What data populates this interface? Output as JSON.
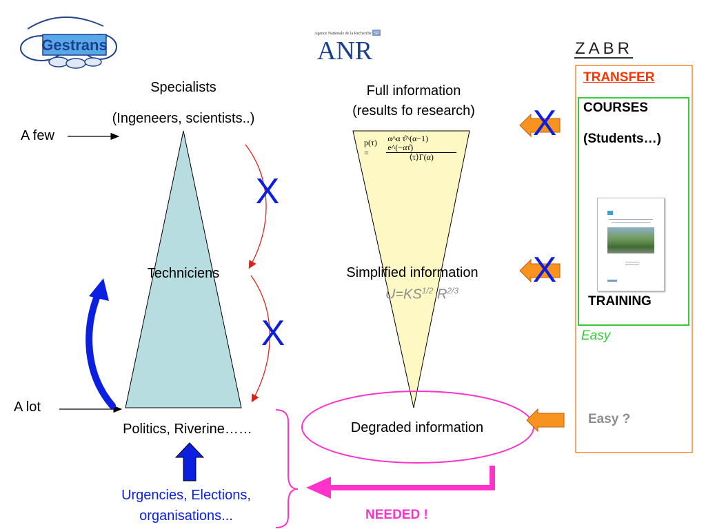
{
  "logos": {
    "left": "Gestrans",
    "center_main": "ANR",
    "center_caption": "Agence Nationale de la Recherche",
    "center_badge": "SP",
    "right": "ZABR"
  },
  "left_pyramid": {
    "top_label": "Specialists",
    "top_sub": "(Ingeneers, scientists..)",
    "middle_label": "Techniciens",
    "bottom_label": "Politics, Riverine……",
    "few_label": "A few",
    "lot_label": "A lot",
    "pressures": "Urgencies, Elections,",
    "pressures_2": "organisations..."
  },
  "information_funnel": {
    "top_line1": "Full information",
    "top_line2": "(results fo research)",
    "formula_lhs": "p(τ) =",
    "formula_num": "α^α τ̂^(α−1) e^(−ατ̂)",
    "formula_den": "⟨τ⟩Γ(α)",
    "middle_label": "Simplified information",
    "middle_formula_base": "U=KS",
    "middle_formula_exp1": "1/2",
    "middle_formula_mid": " R",
    "middle_formula_exp2": "2/3",
    "bottom_label": "Degraded information"
  },
  "blocked_marks": [
    "X",
    "X",
    "X",
    "X"
  ],
  "transfer_panel": {
    "title": "TRANSFER",
    "courses": "COURSES",
    "students": "(Students…)",
    "training": "TRAINING",
    "easy": "Easy",
    "easy_question": "Easy ?"
  },
  "needed_label": "NEEDED !",
  "colors": {
    "pyramid_fill": "#b7dde0",
    "funnel_fill": "#fdf8c4",
    "magenta": "#ff33cc",
    "blue": "#0a1fe0",
    "orange": "#f7931e",
    "orange_border": "#e8781e",
    "green": "#33cc33",
    "red_arrow": "#e0201a",
    "transfer_red": "#ff3300",
    "gray_text": "#8c8c8c"
  }
}
